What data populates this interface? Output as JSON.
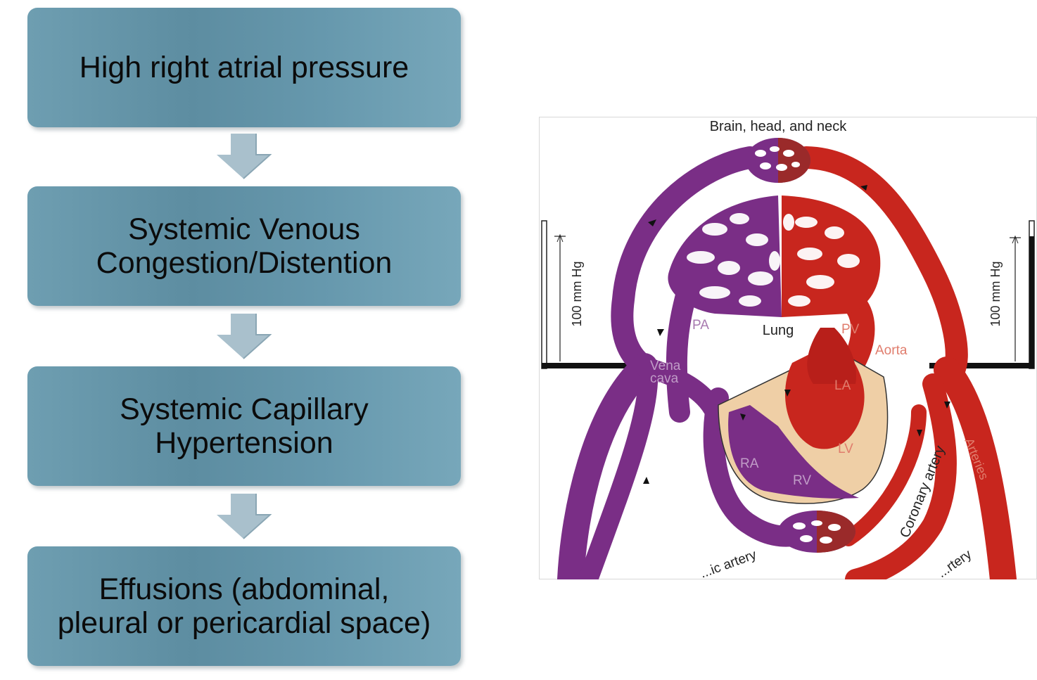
{
  "flowchart": {
    "steps": [
      {
        "label": "High right atrial pressure"
      },
      {
        "label": "Systemic Venous\nCongestion/Distention"
      },
      {
        "label": "Systemic Capillary\nHypertension"
      },
      {
        "label": "Effusions (abdominal,\npleural or pericardial space)"
      }
    ],
    "box_color": "#6796aa",
    "arrow_color": "#a9c0cc"
  },
  "circulation_diagram": {
    "labels": {
      "brain": "Brain, head, and neck",
      "lung": "Lung",
      "pa": "PA",
      "pv": "PV",
      "aorta": "Aorta",
      "vena_cava_1": "Vena",
      "vena_cava_2": "cava",
      "la": "LA",
      "lv": "LV",
      "ra": "RA",
      "rv": "RV",
      "coronary": "Coronary artery",
      "arteries": "Arteries",
      "left_gauge": "100 mm Hg",
      "right_gauge": "100 mm Hg",
      "bottom_left_partial": "...ic artery",
      "bottom_right_partial": "...rtery"
    },
    "colors": {
      "venous": "#7a2e86",
      "arterial": "#c8261e",
      "heart_wall": "#efcfa6"
    }
  }
}
